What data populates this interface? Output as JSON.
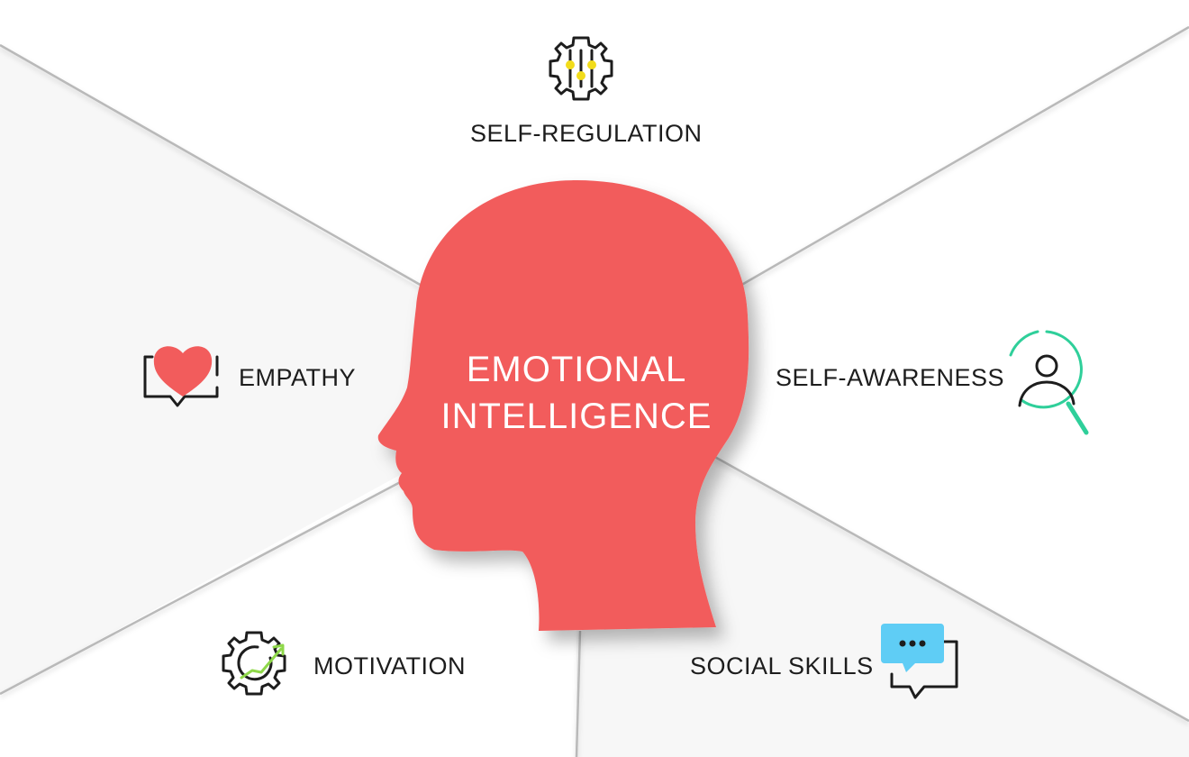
{
  "center": {
    "line1": "EMOTIONAL",
    "line2": "INTELLIGENCE",
    "color": "#f25c5c"
  },
  "segments": {
    "self_regulation": {
      "label": "SELF-REGULATION",
      "icon": "gear-sliders-icon"
    },
    "self_awareness": {
      "label": "SELF-AWARENESS",
      "icon": "person-magnifier-icon"
    },
    "empathy": {
      "label": "EMPATHY",
      "icon": "heart-speech-icon"
    },
    "motivation": {
      "label": "MOTIVATION",
      "icon": "gear-growth-icon"
    },
    "social_skills": {
      "label": "SOCIAL SKILLS",
      "icon": "chat-bubbles-icon"
    }
  },
  "colors": {
    "accent_yellow": "#f2dc1a",
    "accent_teal": "#2fcf9a",
    "accent_green": "#8fd84a",
    "accent_blue": "#5fcdf5",
    "text": "#1d1d1d"
  }
}
